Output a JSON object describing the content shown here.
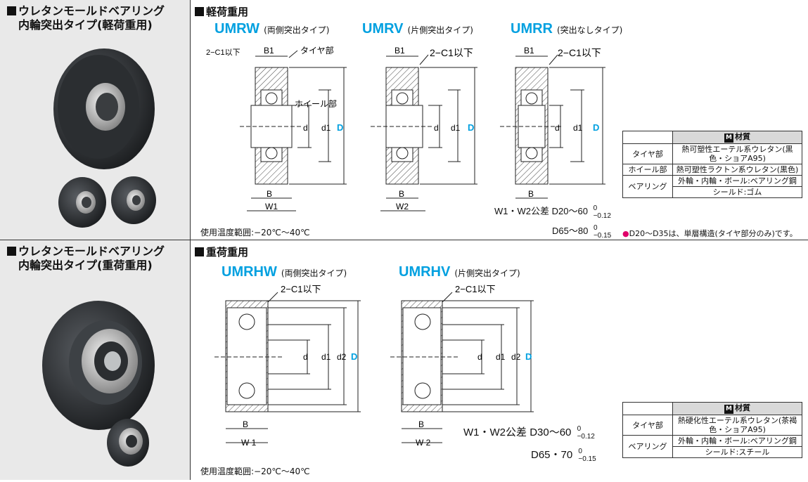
{
  "light": {
    "left_title_1": "ウレタンモールドベアリング",
    "left_title_2": "内輪突出タイプ(軽荷重用)",
    "section_title": "軽荷重用",
    "products": [
      {
        "code": "UMRW",
        "sub": "(両側突出タイプ)"
      },
      {
        "code": "UMRV",
        "sub": "(片側突出タイプ)"
      },
      {
        "code": "UMRR",
        "sub": "(突出なしタイプ)"
      }
    ],
    "labels": {
      "b1": "B1",
      "b": "B",
      "w1": "W1",
      "w2": "W2",
      "c1_small": "2−C1以下",
      "c1": "2−C1以下",
      "tire": "タイヤ部",
      "wheel": "ホイール部",
      "d": "d",
      "d1": "d1",
      "D": "D"
    },
    "temp": "使用温度範囲:−20℃〜40℃",
    "tolerance": {
      "label": "W1・W2公差",
      "r1_range": "D20〜60",
      "r1_upper": "0",
      "r1_lower": "−0.12",
      "r2_range": "D65〜80",
      "r2_upper": "0",
      "r2_lower": "−0.15"
    },
    "material": {
      "header": "材質",
      "rows": [
        {
          "part": "タイヤ部",
          "desc": "熱可塑性エーテル系ウレタン(黒色・ショアA95)"
        },
        {
          "part": "ホイール部",
          "desc": "熱可塑性ラクトン系ウレタン(黒色)"
        },
        {
          "part": "ベアリング",
          "desc": "外輪・内輪・ボール:ベアリング鋼"
        },
        {
          "part": "",
          "desc": "シールド:ゴム"
        }
      ]
    },
    "note": "D20〜D35は、単層構造(タイヤ部分のみ)です。"
  },
  "heavy": {
    "left_title_1": "ウレタンモールドベアリング",
    "left_title_2": "内輪突出タイプ(重荷重用)",
    "section_title": "重荷重用",
    "products": [
      {
        "code": "UMRHW",
        "sub": "(両側突出タイプ)"
      },
      {
        "code": "UMRHV",
        "sub": "(片側突出タイプ)"
      }
    ],
    "labels": {
      "c1": "2−C1以下",
      "b": "B",
      "w1": "W 1",
      "w2": "W 2",
      "d": "d",
      "d1": "d1",
      "d2": "d2",
      "D": "D"
    },
    "temp": "使用温度範囲:−20℃〜40℃",
    "tolerance": {
      "label": "W1・W2公差",
      "r1_range": "D30〜60",
      "r1_upper": "0",
      "r1_lower": "−0.12",
      "r2_range": "D65・70",
      "r2_upper": "0",
      "r2_lower": "−0.15"
    },
    "material": {
      "header": "材質",
      "rows": [
        {
          "part": "タイヤ部",
          "desc": "熱硬化性エーテル系ウレタン(茶褐色・ショアA95)"
        },
        {
          "part": "ベアリング",
          "desc": "外輪・内輪・ボール:ベアリング鋼"
        },
        {
          "part": "",
          "desc": "シールド:スチール"
        }
      ]
    }
  }
}
